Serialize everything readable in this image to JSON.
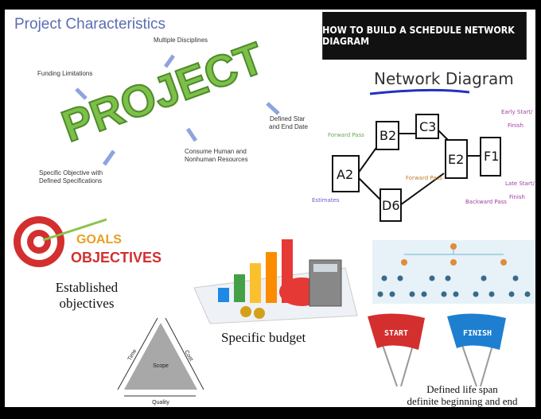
{
  "characteristics": {
    "title": "Project Characteristics",
    "center_word": "PROJECT",
    "labels": [
      "Multiple Disciplines",
      "Funding Limitations",
      "Defined Star",
      "and End Date",
      "Consume Human and",
      "Nonhuman Resources",
      "Specific Objective with",
      "Defined Specifications"
    ],
    "arrow_color": "#8fa3de"
  },
  "banner": {
    "text": "HOW TO BUILD A SCHEDULE NETWORK DIAGRAM"
  },
  "network": {
    "title": "Network Diagram",
    "nodes": [
      "A2",
      "B2",
      "C3",
      "D6",
      "E2",
      "F1"
    ],
    "notes": [
      "Forward Pass",
      "Estimates",
      "Forward Pass",
      "Early Start/",
      "Finish",
      "Late Start/",
      "Finish",
      "Backward Pass"
    ]
  },
  "goals": {
    "logo_word1": "GOALS",
    "logo_word2": "OBJECTIVES",
    "caption_line1": "Established",
    "caption_line2": "objectives"
  },
  "budget": {
    "caption": "Specific budget"
  },
  "triangle": {
    "center": "Scope",
    "left": "Time",
    "right": "Cost",
    "bottom": "Quality"
  },
  "lifespan": {
    "start": "START",
    "finish": "FINISH",
    "caption_line1": "Defined life span",
    "caption_line2": "definite beginning and end"
  }
}
